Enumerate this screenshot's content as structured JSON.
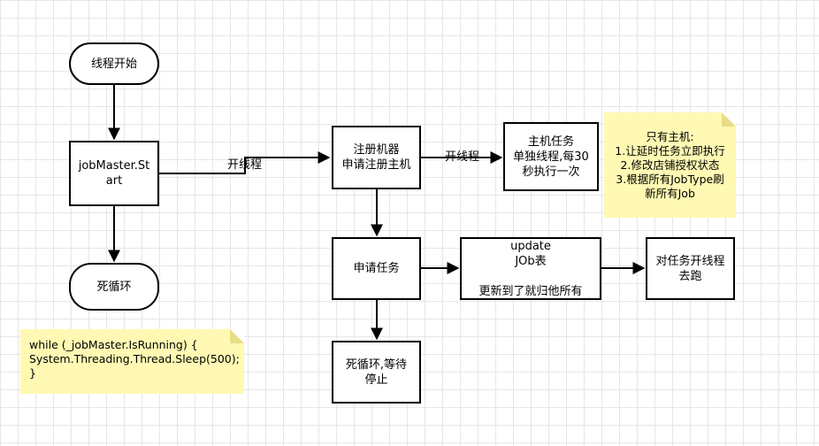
{
  "nodes": {
    "thread_start": "线程开始",
    "jobmaster_start": "jobMaster.St\nart",
    "dead_loop": "死循环",
    "register_machine": "注册机器\n申请注册主机",
    "host_task": "主机任务\n单独线程,每30\n秒执行一次",
    "apply_task": "申请任务",
    "update_job": "update\nJOb表\n\n更新到了就归他所有",
    "open_thread_run": "对任务开线程\n去跑",
    "dead_loop_wait": "死循环,等待\n停止"
  },
  "edge_labels": {
    "open_thread_1": "开线程",
    "open_thread_2": "开线程"
  },
  "notes": {
    "host_only": "只有主机:\n1.让延时任务立即执行\n2.修改店铺授权状态\n3.根据所有JobType刷\n新所有Job",
    "code": "while (_jobMaster.IsRunning) {\n System.Threading.Thread.Sleep(500);\n}"
  },
  "colors": {
    "note_fill": "#fff9b3",
    "line": "#000000",
    "grid": "#e6e6e6"
  }
}
